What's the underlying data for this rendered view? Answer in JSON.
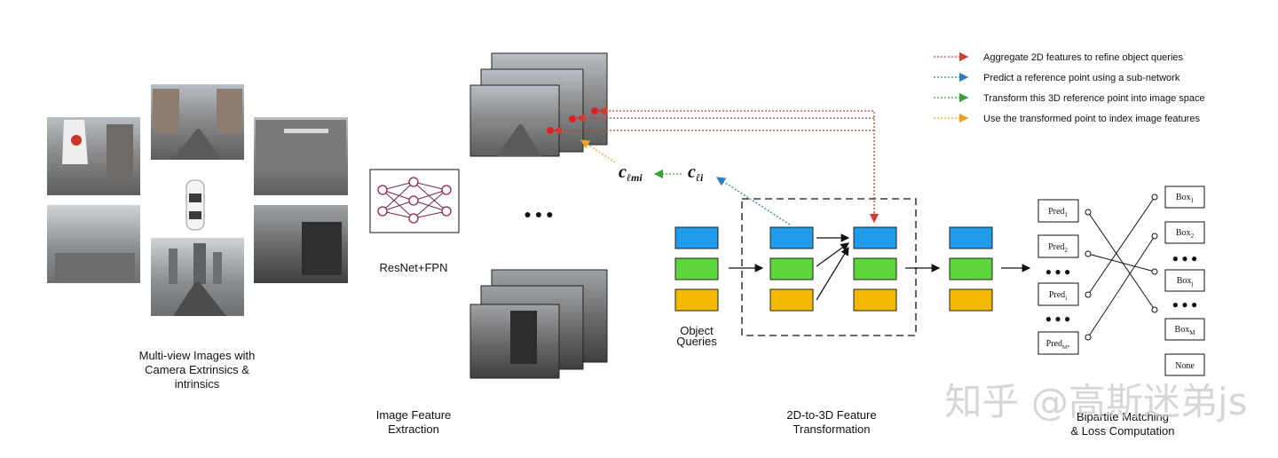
{
  "legend": [
    {
      "text": "Aggregate 2D features to refine object queries",
      "color": "#d43a2e"
    },
    {
      "text": "Predict a reference point using a sub-network",
      "color": "#2f7fbf"
    },
    {
      "text": "Transform this 3D reference point into image space",
      "color": "#3aa13a"
    },
    {
      "text": "Use the transformed point to index image features",
      "color": "#f0a020"
    }
  ],
  "stages": {
    "multiview": [
      "Multi-view Images with",
      "Camera Extrinsics &",
      "intrinsics"
    ],
    "extraction": [
      "Image Feature",
      "Extraction"
    ],
    "transformation": [
      "2D-to-3D Feature",
      "Transformation"
    ],
    "matching": [
      "Bipartite Matching",
      "& Loss Computation"
    ]
  },
  "backbone_label": "ResNet+FPN",
  "object_queries_label": [
    "Object",
    "Queries"
  ],
  "symbols": {
    "c_lmi": "c",
    "c_lmi_sub": "ℓmi",
    "c_li": "c",
    "c_li_sub": "ℓi"
  },
  "ellipsis": "● ● ●",
  "preds": [
    {
      "base": "Pred",
      "sub": "1"
    },
    {
      "base": "Pred",
      "sub": "2"
    },
    {
      "base": "Pred",
      "sub": "i"
    },
    {
      "base": "Pred",
      "sub": "M*"
    }
  ],
  "boxes": [
    {
      "base": "Box",
      "sub": "1"
    },
    {
      "base": "Box",
      "sub": "2"
    },
    {
      "base": "Box",
      "sub": "j"
    },
    {
      "base": "Box",
      "sub": "M"
    },
    {
      "base": "None",
      "sub": ""
    }
  ],
  "query_colors": [
    "#1e9bea",
    "#5cd63a",
    "#f5b800"
  ],
  "watermark": "知乎 @高斯迷弟js"
}
